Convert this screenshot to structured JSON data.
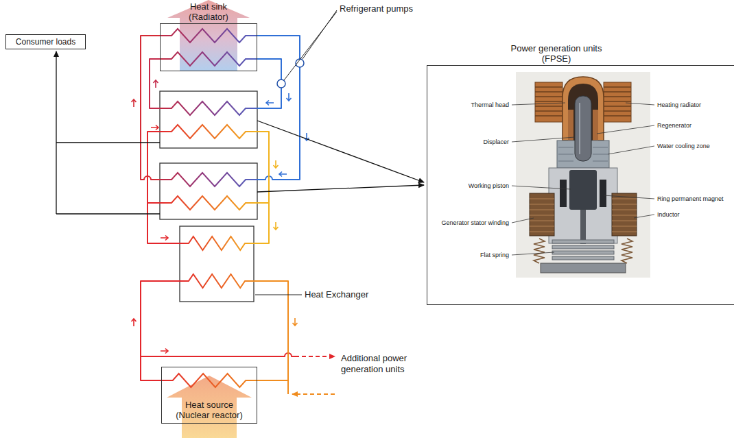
{
  "diagram": {
    "nodes": [
      {
        "text": [
          "Heat sink (Radiator)"
        ]
      },
      {
        "text": [
          "Consumer loads"
        ]
      },
      {
        "text": [
          "Power generation units (FPSE)"
        ]
      },
      {
        "text": [
          "Heat source (Nuclear reactor)"
        ]
      }
    ],
    "labels": [
      "Refrigerant pumps",
      "Heat Exchanger",
      "Additional power generation units",
      "Thermal head",
      "Heating radiator",
      "Displacer",
      "Regenerator",
      "Water cooling zone",
      "Working piston",
      "Ring permanent magnet",
      "Generator stator winding",
      "Inductor",
      "Flat spring"
    ]
  }
}
